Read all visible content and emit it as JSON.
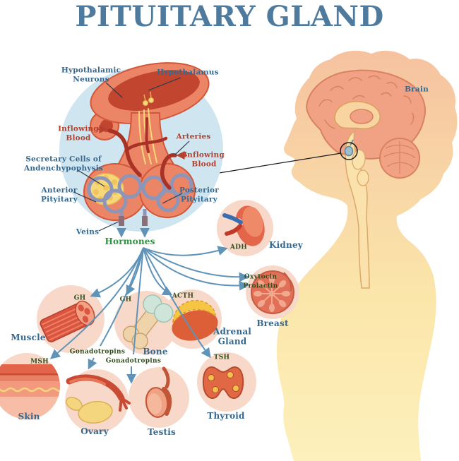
{
  "title": "PITUITARY GLAND",
  "colors": {
    "title_blue": "#4e7b9d",
    "label_blue": "#34688e",
    "label_red": "#b5402e",
    "hormones_green": "#2f9440",
    "hormone_tag_green": "#314d1c",
    "arrow_blue": "#5f93b8",
    "pituitary_circle_bg": "#cfe6f0",
    "organ_circle_bg": "#f8d8c9",
    "organ_salmon": "#ec8466",
    "artery_red": "#a93226",
    "vein_gray": "#8d96b8",
    "body_peach": "#f6c2a0",
    "body_yellow": "#fdf0bc"
  },
  "diagram": {
    "labels": {
      "hypothalamic_neurons": "Hypothalamic\nNeurons",
      "hypothalamus": "Hypothalamus",
      "inflowing_blood_left": "Inflowing\nBlood",
      "arteries": "Arteries",
      "inflowing_blood_right": "Inflowing\nBlood",
      "secretory_cells": "Secretary Cells of\nAndenchypophysis",
      "anterior_pituitary": "Anterior\nPityitary",
      "posterior_pituitary": "Posterior\nPityitary",
      "veins": "Veins",
      "hormones": "Hormones",
      "brain": "Brain"
    }
  },
  "organs": [
    {
      "name": "kidney",
      "label": "Kidney",
      "hormones": [
        "ADH"
      ]
    },
    {
      "name": "breast",
      "label": "Breast",
      "hormones": [
        "Oxytocin",
        "Prolactin"
      ]
    },
    {
      "name": "adrenal-gland",
      "label": "Adrenal\nGland",
      "hormones": [
        "ACTH"
      ]
    },
    {
      "name": "muscle",
      "label": "Muscle",
      "hormones": [
        "GH"
      ]
    },
    {
      "name": "bone",
      "label": "Bone",
      "hormones": [
        "GH"
      ]
    },
    {
      "name": "skin",
      "label": "Skin",
      "hormones": [
        "MSH"
      ]
    },
    {
      "name": "ovary",
      "label": "Ovary",
      "hormones": [
        "Gonadotropins"
      ]
    },
    {
      "name": "testis",
      "label": "Testis",
      "hormones": [
        "Gonadotropins"
      ]
    },
    {
      "name": "thyroid",
      "label": "Thyroid",
      "hormones": [
        "TSH"
      ]
    }
  ]
}
